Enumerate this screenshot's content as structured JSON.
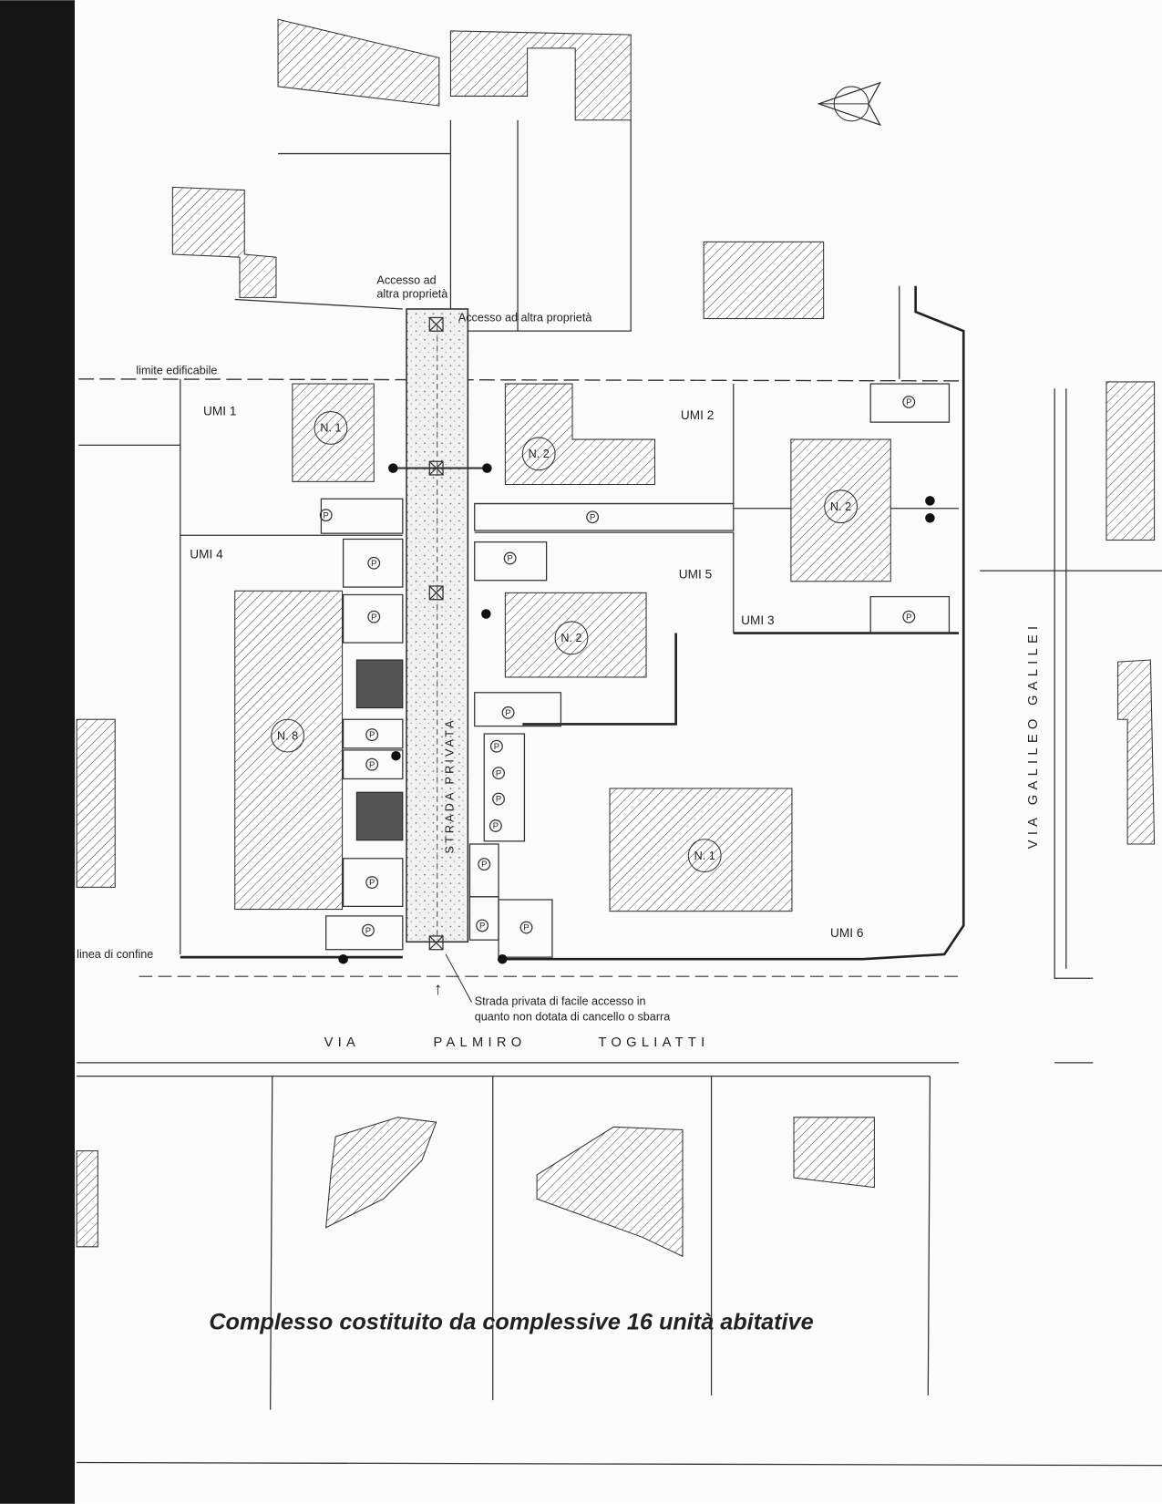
{
  "plan": {
    "access_left_line1": "Accesso ad",
    "access_left_line2": "altra proprietà",
    "access_right": "Accesso ad altra proprietà",
    "build_limit": "limite edificabile",
    "boundary_line": "linea di confine",
    "private_road": "STRADA PRIVATA",
    "road_note_line1": "Strada privata  di facile accesso in",
    "road_note_line2": "quanto non dotata di cancello o sbarra",
    "street_south": [
      "VIA",
      "PALMIRO",
      "TOGLIATTI"
    ],
    "street_east": "VIA GALILEO GALILEI",
    "parking_symbol": "P",
    "units": {
      "umi1": "UMI 1",
      "umi2": "UMI 2",
      "umi3": "UMI 3",
      "umi4": "UMI 4",
      "umi5": "UMI 5",
      "umi6": "UMI 6"
    },
    "buildings": {
      "b_umi1": "N. 1",
      "b_umi2": "N. 2",
      "b_umi3": "N. 2",
      "b_umi4": "N. 8",
      "b_umi5": "N. 2",
      "b_umi6": "N. 1"
    }
  },
  "caption": "Complesso costituito da complessive 16 unità abitative"
}
